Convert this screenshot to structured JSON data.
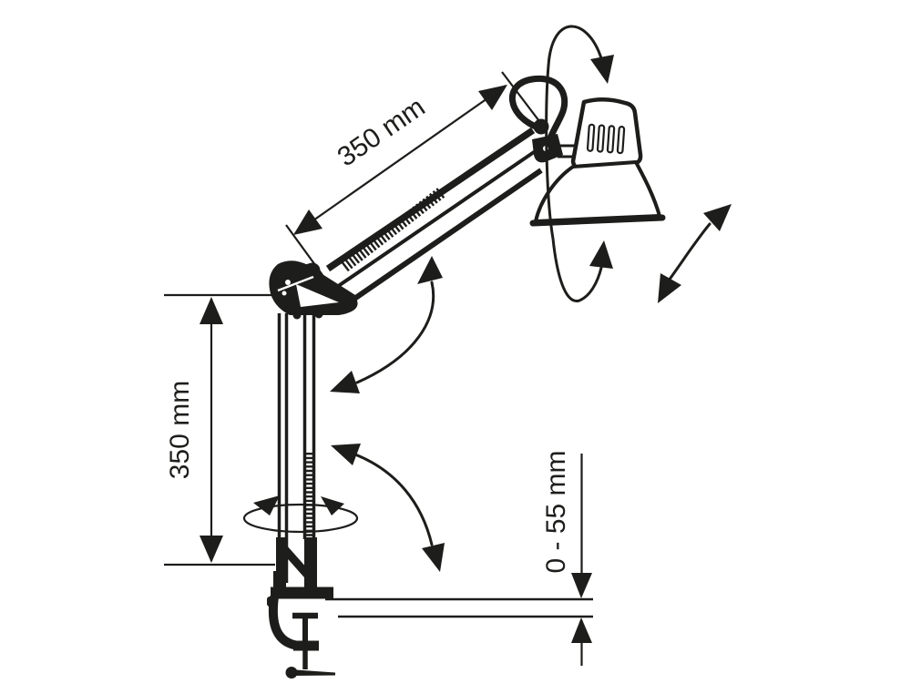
{
  "diagram": {
    "subject": "swing-arm desk lamp technical drawing with table clamp",
    "background": "#ffffff",
    "ink_color": "#1d1d1b",
    "labels": {
      "upper_arm_length": "350 mm",
      "lower_arm_length": "350 mm",
      "clamp_capacity": "0 - 55 mm"
    },
    "motion_annotations": [
      "head-rotation-arrow",
      "shade-tilt-arrow",
      "elbow-pivot-arrow",
      "arm-swing-arrow",
      "base-rotation-arrow"
    ]
  }
}
